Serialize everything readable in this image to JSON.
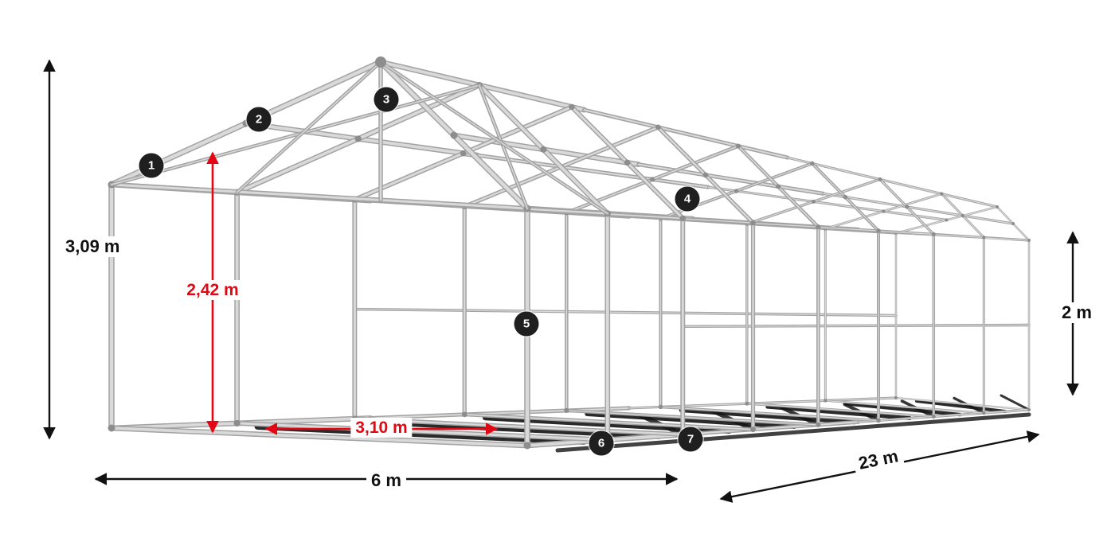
{
  "diagram": {
    "dimensions": {
      "total_height": "3,09 m",
      "inner_height": "2,42 m",
      "side_height": "2 m",
      "inner_width": "3,10 m",
      "width": "6 m",
      "length": "23 m"
    },
    "markers": [
      {
        "label": "1"
      },
      {
        "label": "2"
      },
      {
        "label": "3"
      },
      {
        "label": "4"
      },
      {
        "label": "5"
      },
      {
        "label": "6"
      },
      {
        "label": "7"
      }
    ],
    "colors": {
      "dimension_black": "#111111",
      "dimension_red": "#e30613",
      "frame_gray_dark": "#a3a3a3",
      "frame_gray_light": "#d9d9d9",
      "shadow_black": "#141414",
      "marker_background": "#1f1f1f",
      "marker_text": "#ffffff",
      "background": "#ffffff"
    }
  }
}
